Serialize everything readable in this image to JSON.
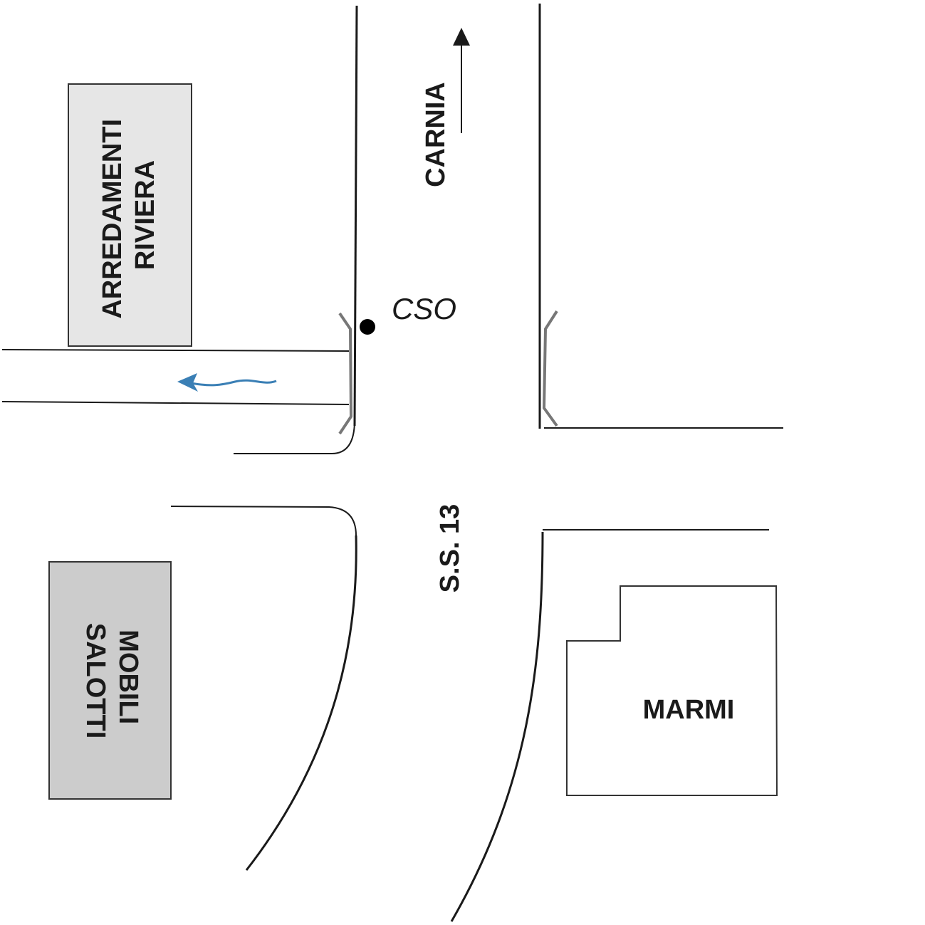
{
  "map": {
    "buildings": {
      "arredamenti": {
        "line1": "ARREDAMENTI",
        "line2": "RIVIERA",
        "fill": "#e6e6e6"
      },
      "mobili": {
        "line1": "MOBILI",
        "line2": "SALOTTI",
        "fill": "#cccccc"
      },
      "marmi": {
        "label": "MARMI",
        "fill": "#ffffff"
      }
    },
    "roads": {
      "north": {
        "label": "CARNIA",
        "arrow_direction": "north"
      },
      "main": {
        "label": "S.S. 13"
      }
    },
    "site": {
      "label": "CSO",
      "marker_color": "#000000"
    },
    "flow": {
      "direction": "west",
      "color": "#3a7fb5"
    },
    "colors": {
      "road_line": "#1a1a1a",
      "grate": "#777777"
    }
  }
}
